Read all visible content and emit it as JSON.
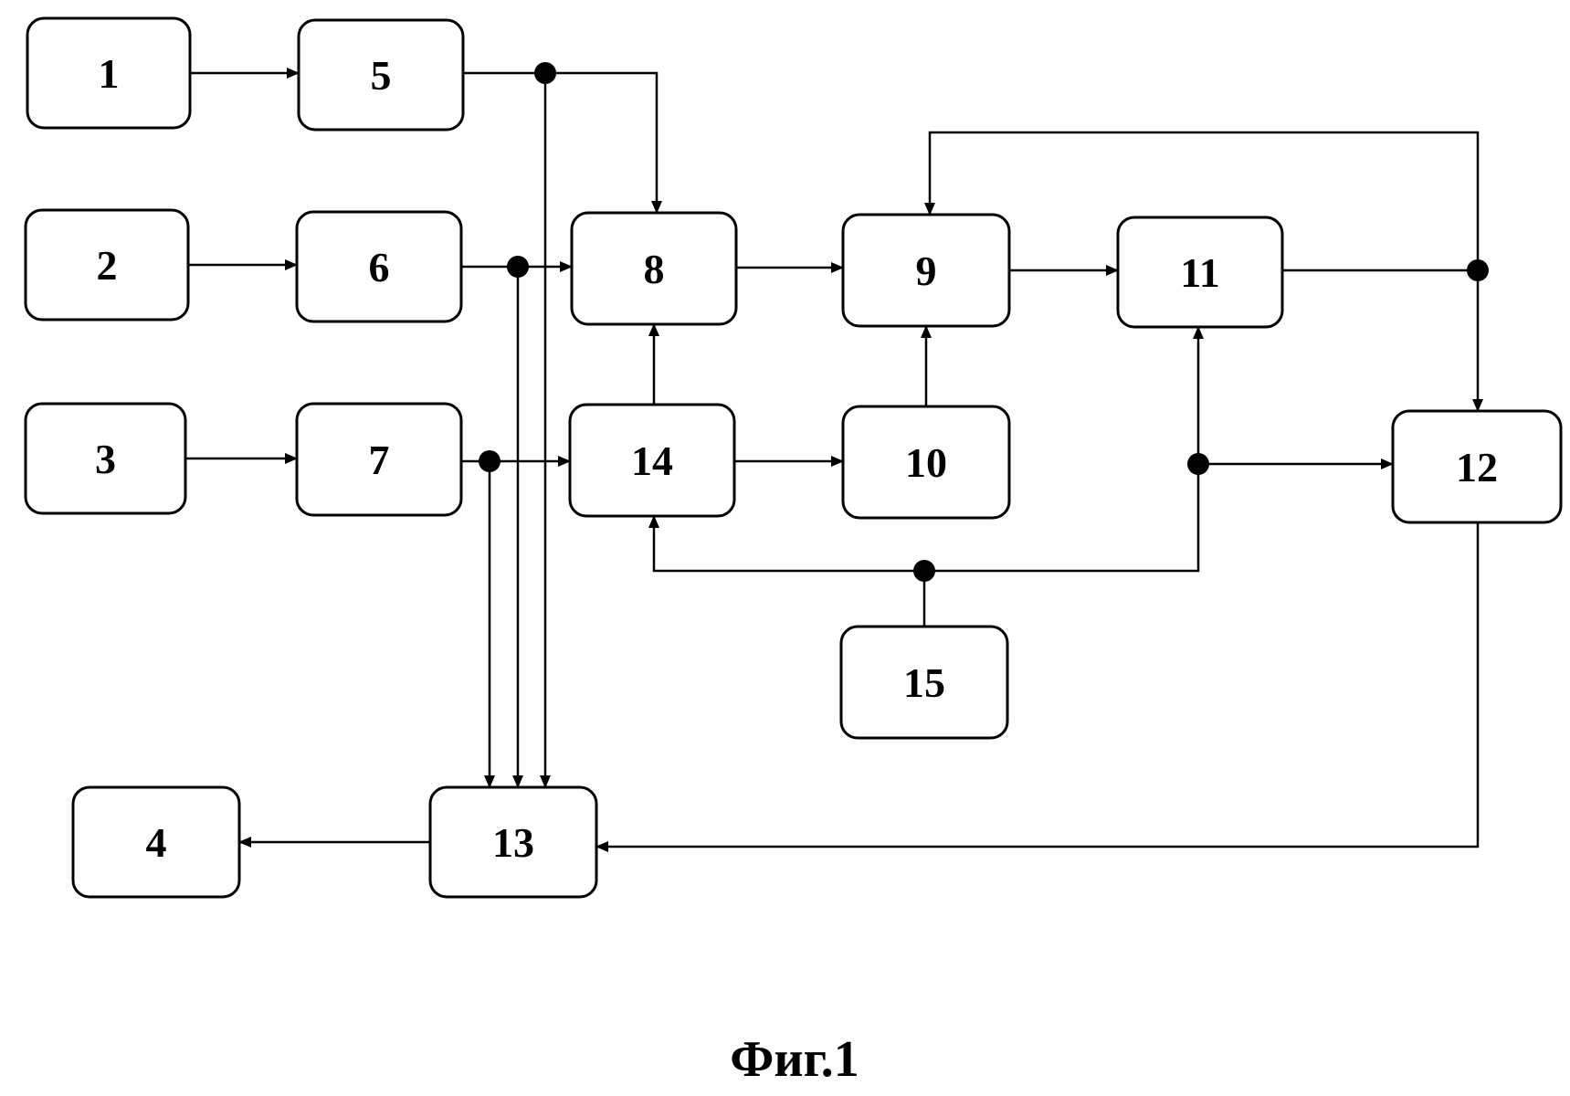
{
  "diagram": {
    "colors": {
      "stroke": "#000000",
      "background": "#ffffff"
    },
    "blocks": [
      {
        "id": "1",
        "label": "1"
      },
      {
        "id": "2",
        "label": "2"
      },
      {
        "id": "3",
        "label": "3"
      },
      {
        "id": "4",
        "label": "4"
      },
      {
        "id": "5",
        "label": "5"
      },
      {
        "id": "6",
        "label": "6"
      },
      {
        "id": "7",
        "label": "7"
      },
      {
        "id": "8",
        "label": "8"
      },
      {
        "id": "9",
        "label": "9"
      },
      {
        "id": "10",
        "label": "10"
      },
      {
        "id": "11",
        "label": "11"
      },
      {
        "id": "12",
        "label": "12"
      },
      {
        "id": "13",
        "label": "13"
      },
      {
        "id": "14",
        "label": "14"
      },
      {
        "id": "15",
        "label": "15"
      }
    ],
    "connections": [
      {
        "from": "1",
        "to": "5"
      },
      {
        "from": "2",
        "to": "6"
      },
      {
        "from": "3",
        "to": "7"
      },
      {
        "from": "5",
        "to": "8"
      },
      {
        "from": "5",
        "to": "13"
      },
      {
        "from": "6",
        "to": "8"
      },
      {
        "from": "6",
        "to": "13"
      },
      {
        "from": "7",
        "to": "14"
      },
      {
        "from": "7",
        "to": "13"
      },
      {
        "from": "8",
        "to": "9"
      },
      {
        "from": "14",
        "to": "8"
      },
      {
        "from": "14",
        "to": "10"
      },
      {
        "from": "10",
        "to": "9"
      },
      {
        "from": "9",
        "to": "11"
      },
      {
        "from": "11",
        "to": "12"
      },
      {
        "from": "11",
        "to": "9"
      },
      {
        "from": "15",
        "to": "14"
      },
      {
        "from": "15",
        "to": "11"
      },
      {
        "from": "15",
        "to": "12"
      },
      {
        "from": "12",
        "to": "13"
      },
      {
        "from": "13",
        "to": "4"
      }
    ],
    "caption": "Фиг.1"
  }
}
